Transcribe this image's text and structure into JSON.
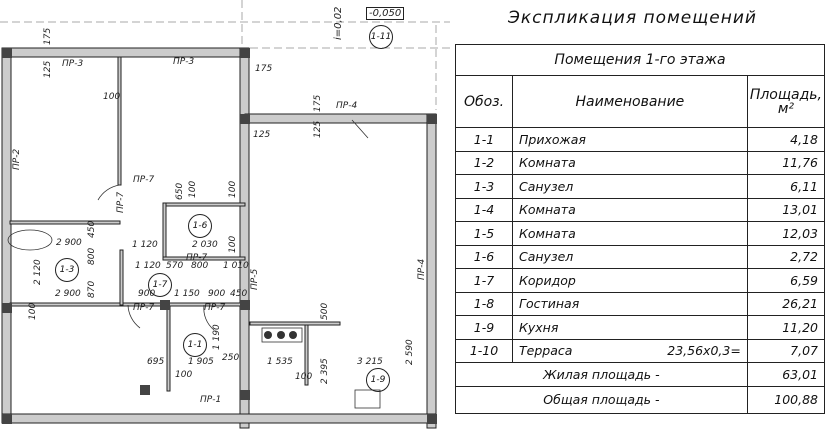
{
  "heading": "Экспликация помещений",
  "table": {
    "section": "Помещения 1-го этажа",
    "headers": {
      "code": "Обоз.",
      "name": "Наименование",
      "area": "Площадь,",
      "area_unit": "м²"
    },
    "rows": [
      {
        "code": "1-1",
        "name": "Прихожая",
        "formula": "",
        "area": "4,18"
      },
      {
        "code": "1-2",
        "name": "Комната",
        "formula": "",
        "area": "11,76"
      },
      {
        "code": "1-3",
        "name": "Санузел",
        "formula": "",
        "area": "6,11"
      },
      {
        "code": "1-4",
        "name": "Комната",
        "formula": "",
        "area": "13,01"
      },
      {
        "code": "1-5",
        "name": "Комната",
        "formula": "",
        "area": "12,03"
      },
      {
        "code": "1-6",
        "name": "Санузел",
        "formula": "",
        "area": "2,72"
      },
      {
        "code": "1-7",
        "name": "Коридор",
        "formula": "",
        "area": "6,59"
      },
      {
        "code": "1-8",
        "name": "Гостиная",
        "formula": "",
        "area": "26,21"
      },
      {
        "code": "1-9",
        "name": "Кухня",
        "formula": "",
        "area": "11,20"
      },
      {
        "code": "1-10",
        "name": "Терраса",
        "formula": "23,56x0,3=",
        "area": "7,07"
      }
    ],
    "living": {
      "label": "Жилая площадь -",
      "value": "63,01"
    },
    "total": {
      "label": "Общая площадь -",
      "value": "100,88"
    }
  },
  "plan": {
    "level": "-0,050",
    "slope": "i=0,02",
    "tags": [
      "1-11",
      "1-3",
      "1-6",
      "1-7",
      "1-1",
      "1-9"
    ],
    "doors": [
      "ПР-3",
      "ПР-3",
      "ПР-4",
      "ПР-7",
      "ПР-7",
      "ПР-7",
      "ПР-7",
      "ПР-7",
      "ПР-2",
      "ПР-4",
      "ПР-5",
      "ПР-1"
    ],
    "dims": [
      "175",
      "125",
      "175",
      "175",
      "125",
      "125",
      "100",
      "650",
      "100",
      "100",
      "100",
      "1 120",
      "2 030",
      "1 120",
      "570",
      "800",
      "1 010",
      "2 900",
      "2 120",
      "800",
      "450",
      "900",
      "1 150",
      "900",
      "450",
      "2 900",
      "870",
      "695",
      "1 905",
      "1 190",
      "1 535",
      "3 215",
      "2 395",
      "2 590",
      "500",
      "100",
      "100",
      "100",
      "250"
    ]
  }
}
